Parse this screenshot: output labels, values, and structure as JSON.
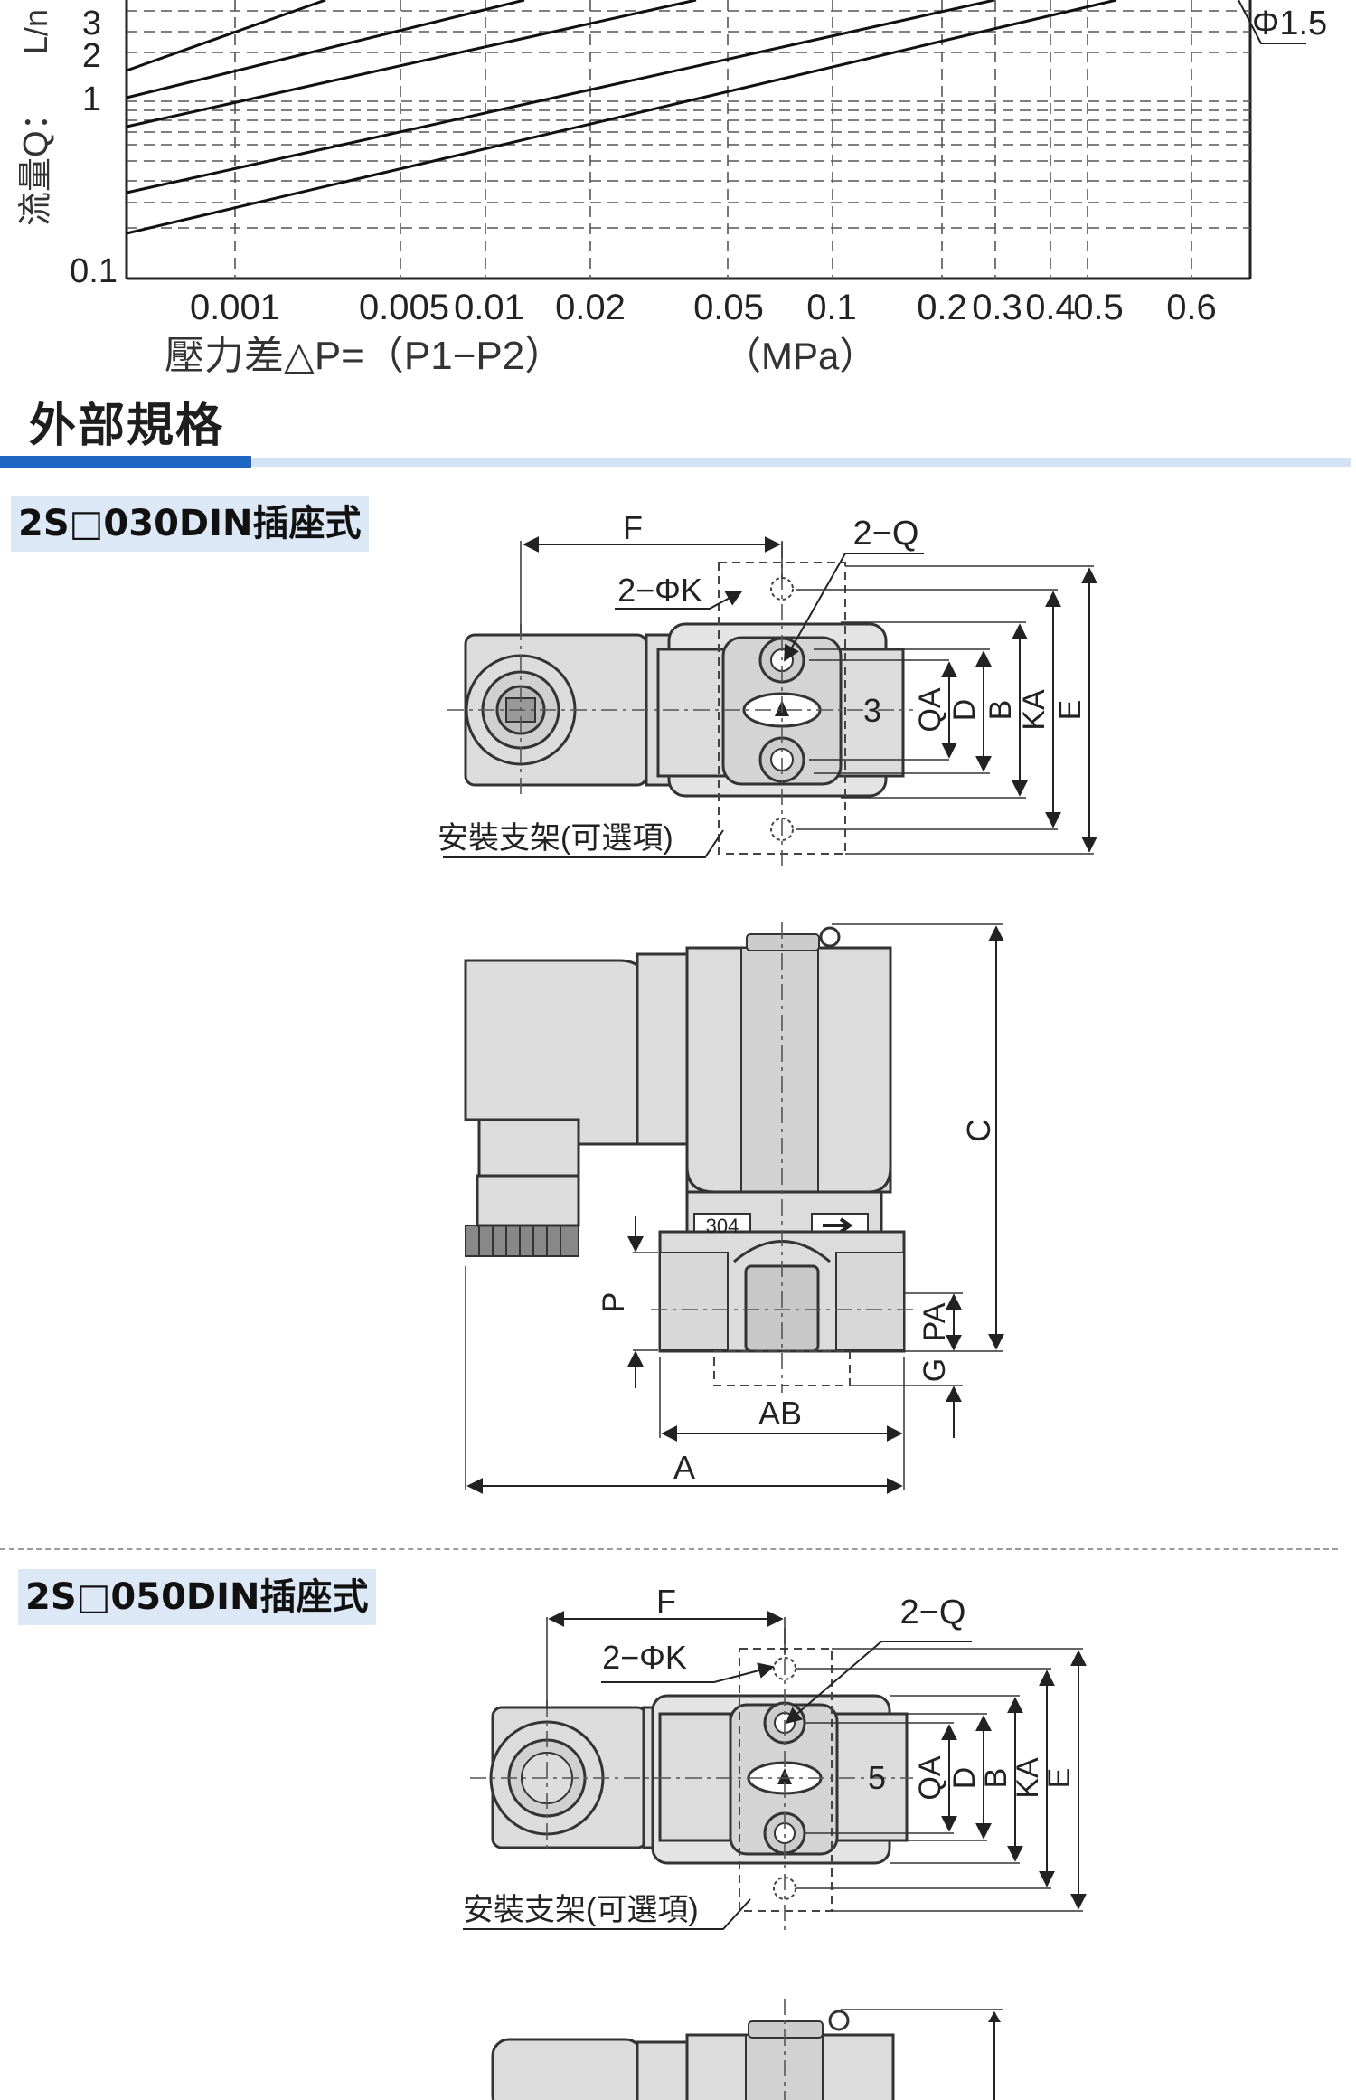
{
  "chart": {
    "y_axis_label_1": "流量Q：",
    "y_axis_label_2": "L/n",
    "y_ticks": [
      "3",
      "2",
      "1",
      "0.1"
    ],
    "x_ticks": [
      "0.001",
      "0.005",
      "0.01",
      "0.02",
      "0.05",
      "0.1",
      "0.2",
      "0.3",
      "0.4",
      "0.5",
      "0.6"
    ],
    "x_axis_label": "壓力差△P=（P1−P2）",
    "x_axis_unit": "（MPa）",
    "series_callout": "Φ1.5"
  },
  "section": {
    "title": "外部規格"
  },
  "model_1": {
    "name": "2S□030DIN插座式",
    "top_view": {
      "dim_f": "F",
      "dim_2q": "2−Q",
      "dim_2phik": "2−ΦK",
      "port_number": "3",
      "dim_qa": "QA",
      "dim_d": "D",
      "dim_b": "B",
      "dim_ka": "KA",
      "dim_e": "E",
      "bracket_note": "安裝支架(可選項)"
    },
    "front_view": {
      "material_tag": "304",
      "dim_c": "C",
      "dim_p": "P",
      "dim_pa": "PA",
      "dim_g": "G",
      "dim_ab": "AB",
      "dim_a": "A"
    }
  },
  "model_2": {
    "name": "2S□050DIN插座式",
    "top_view": {
      "dim_f": "F",
      "dim_2q": "2−Q",
      "dim_2phik": "2−ΦK",
      "port_number": "5",
      "dim_qa": "QA",
      "dim_d": "D",
      "dim_b": "B",
      "dim_ka": "KA",
      "dim_e": "E",
      "bracket_note": "安裝支架(可選項)"
    }
  },
  "colors": {
    "body_fill": "#dcdcdc",
    "outline": "#333333",
    "accent_blue": "#1d66c4",
    "accent_light": "#d3e2f7",
    "label_bg": "#dde8f7"
  }
}
